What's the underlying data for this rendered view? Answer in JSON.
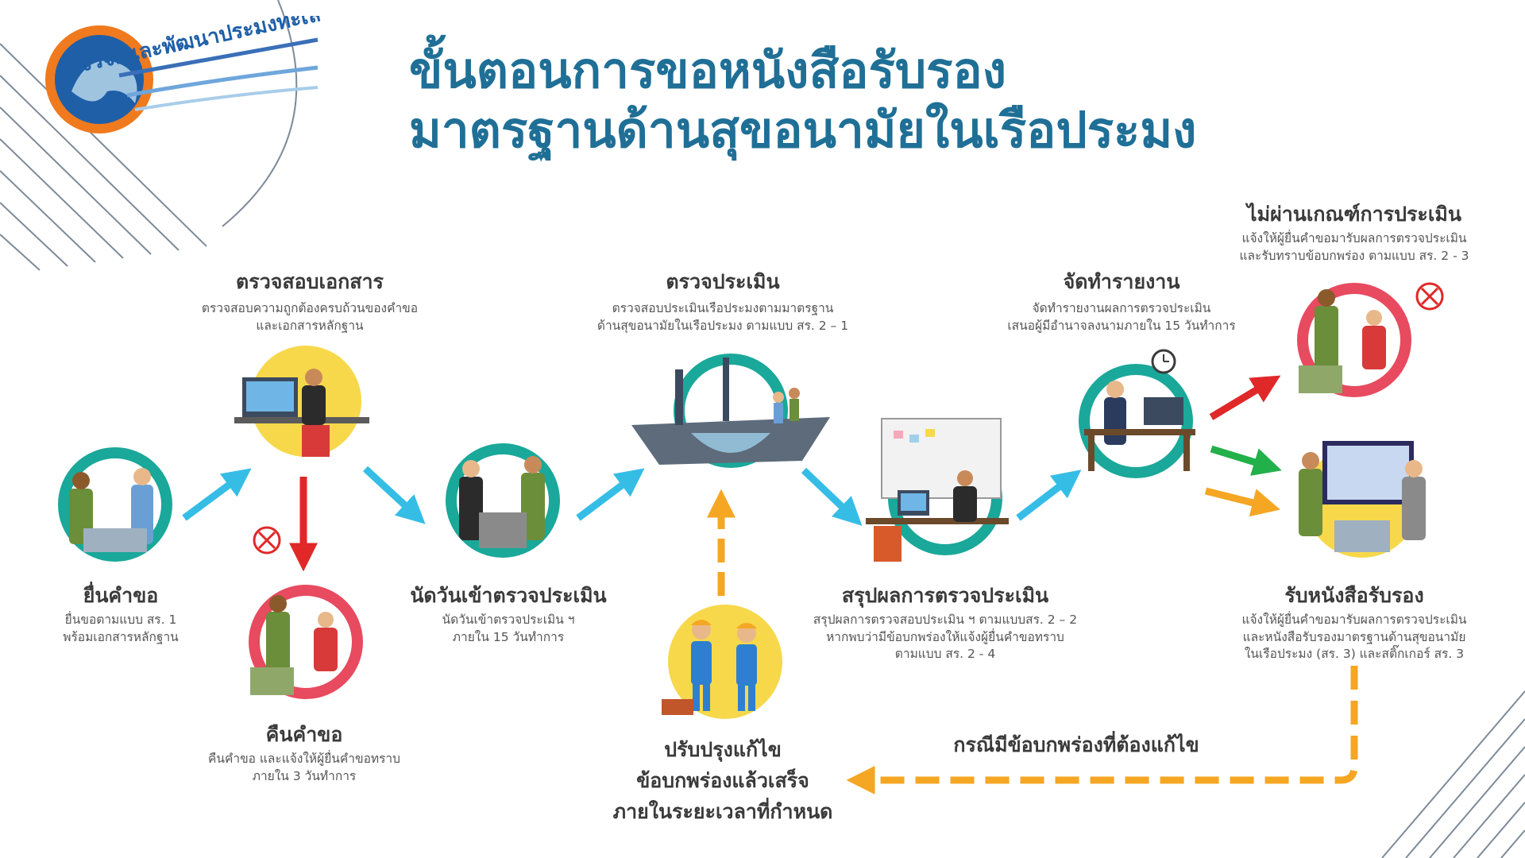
{
  "title": {
    "line1": "ขั้นตอนการขอหนังสือรับรอง",
    "line2": "มาตรฐานด้านสุขอนามัยในเรือประมง"
  },
  "logo": {
    "text": "กองวิจัยและพัฒนาประมงทะเล",
    "icon": "manta-ray-icon"
  },
  "steps": {
    "submit": {
      "title": "ยื่นคำขอ",
      "desc1": "ยื่นขอตามแบบ สร. 1",
      "desc2": "พร้อมเอกสารหลักฐาน"
    },
    "check_docs": {
      "title": "ตรวจสอบเอกสาร",
      "desc1": "ตรวจสอบความถูกต้องครบถ้วนของคำขอ",
      "desc2": "และเอกสารหลักฐาน"
    },
    "return": {
      "title": "คืนคำขอ",
      "desc1": "คืนคำขอ และแจ้งให้ผู้ยื่นคำขอทราบ",
      "desc2": "ภายใน 3 วันทำการ"
    },
    "appointment": {
      "title": "นัดวันเข้าตรวจประเมิน",
      "desc1": "นัดวันเข้าตรวจประเมิน ฯ",
      "desc2": "ภายใน 15 วันทำการ"
    },
    "inspect": {
      "title": "ตรวจประเมิน",
      "desc1": "ตรวจสอบประเมินเรือประมงตามมาตรฐาน",
      "desc2": "ด้านสุขอนามัยในเรือประมง ตามแบบ สร. 2 – 1"
    },
    "fix": {
      "line1": "ปรับปรุงแก้ไข",
      "line2": "ข้อบกพร่องแล้วเสร็จ",
      "line3": "ภายในระยะเวลาที่กำหนด"
    },
    "summary": {
      "title": "สรุปผลการตรวจประเมิน",
      "desc1": "สรุปผลการตรวจสอบประเมิน ฯ ตามแบบสร. 2 – 2",
      "desc2": "หากพบว่ามีข้อบกพร่องให้แจ้งผู้ยื่นคำขอทราบ",
      "desc3": "ตามแบบ สร. 2 - 4"
    },
    "report": {
      "title": "จัดทำรายงาน",
      "desc1": "จัดทำรายงานผลการตรวจประเมิน",
      "desc2": "เสนอผู้มีอำนาจลงนามภายใน 15 วันทำการ"
    },
    "fail": {
      "title": "ไม่ผ่านเกณฑ์การประเมิน",
      "desc1": "แจ้งให้ผู้ยื่นคำขอมารับผลการตรวจประเมิน",
      "desc2": "และรับทราบข้อบกพร่อง ตามแบบ สร. 2 - 3"
    },
    "certificate": {
      "title": "รับหนังสือรับรอง",
      "desc1": "แจ้งให้ผู้ยื่นคำขอมารับผลการตรวจประเมิน",
      "desc2": "และหนังสือรับรองมาตรฐานด้านสุขอนามัย",
      "desc3": "ในเรือประมง (สร. 3) และสติ๊กเกอร์ สร. 3"
    }
  },
  "loop_label": "กรณีมีข้อบกพร่องที่ต้องแก้ไข",
  "colors": {
    "title": "#1f6f96",
    "arrow_blue": "#35bde6",
    "arrow_red": "#e02828",
    "arrow_green": "#22b04a",
    "arrow_orange": "#f5a623",
    "circle_teal": "#1aa89a",
    "circle_yellow": "#f7d84a",
    "circle_red": "#e84a5f"
  }
}
